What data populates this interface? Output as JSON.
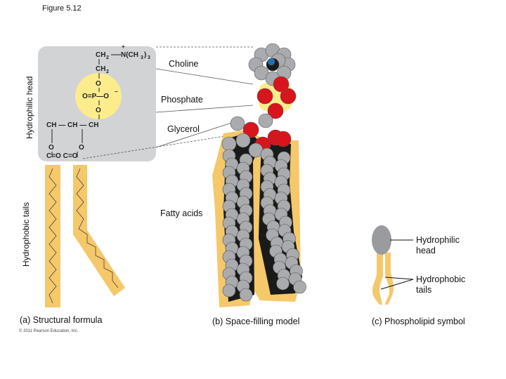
{
  "figure_title": "Figure 5.12",
  "side_labels": {
    "hydrophilic_head": "Hydrophilic head",
    "hydrophobic_tails": "Hydrophobic tails"
  },
  "formula": {
    "choline_ch2": "CH",
    "n_group": "N(CH",
    "ch2_second": "CH",
    "o_top": "O",
    "phosphate_row": "O=P—O",
    "o_bottom": "O",
    "glycerol_row": "CH  —  CH  —  CH",
    "o_left": "O",
    "o_right": "O",
    "ester_row": "C=O  C=O"
  },
  "region_labels": {
    "choline": "Choline",
    "phosphate": "Phosphate",
    "glycerol": "Glycerol",
    "fatty_acids": "Fatty acids"
  },
  "symbol_labels": {
    "hydrophilic": "Hydrophilic\nhead",
    "hydrophobic": "Hydrophobic\ntails"
  },
  "captions": {
    "a": "(a) Structural formula",
    "b": "(b) Space-filling model",
    "c": "(c) Phospholipid symbol"
  },
  "copyright": "© 2011 Pearson Education, Inc.",
  "colors": {
    "head_box": "#d2d3d5",
    "tail_fill": "#f5c86a",
    "phosphate_circle": "#fcec8c",
    "carbon": "#1a1a1a",
    "hydrogen": "#a9abae",
    "oxygen": "#d8141c",
    "nitrogen": "#1c6fb8"
  }
}
